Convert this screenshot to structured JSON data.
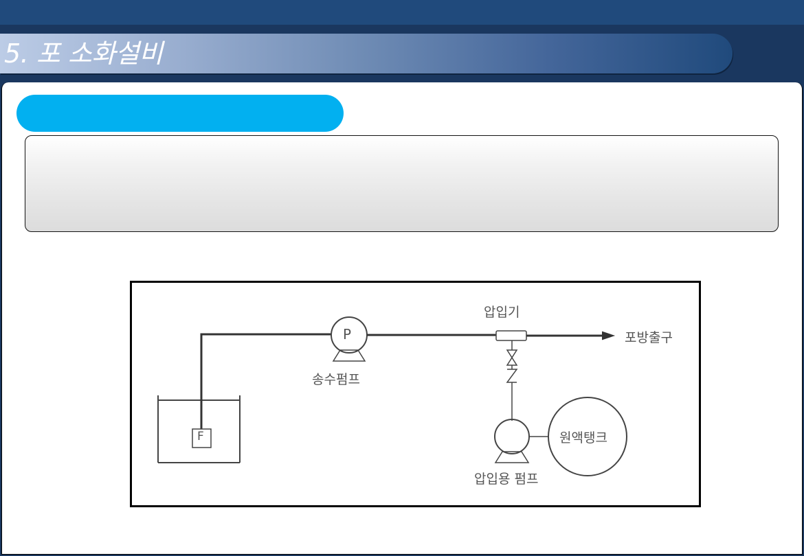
{
  "slide": {
    "title": "5. 포 소화설비",
    "section_pill_label": "",
    "text_box_content": ""
  },
  "colors": {
    "top_band": "#204a7c",
    "header_band": "#1a375f",
    "title_gradient_start": "#bccce6",
    "title_gradient_end": "#204a7c",
    "section_pill": "#02b0f0",
    "content_bg": "#ffffff"
  },
  "diagram": {
    "labels": {
      "supply_pump_symbol": "P",
      "supply_pump": "송수펌프",
      "proportioner": "압입기",
      "foam_outlet": "포방출구",
      "foam_concentrate_tank": "원액탱크",
      "injection_pump": "압입용 펌프",
      "foot_valve_symbol": "F"
    }
  }
}
